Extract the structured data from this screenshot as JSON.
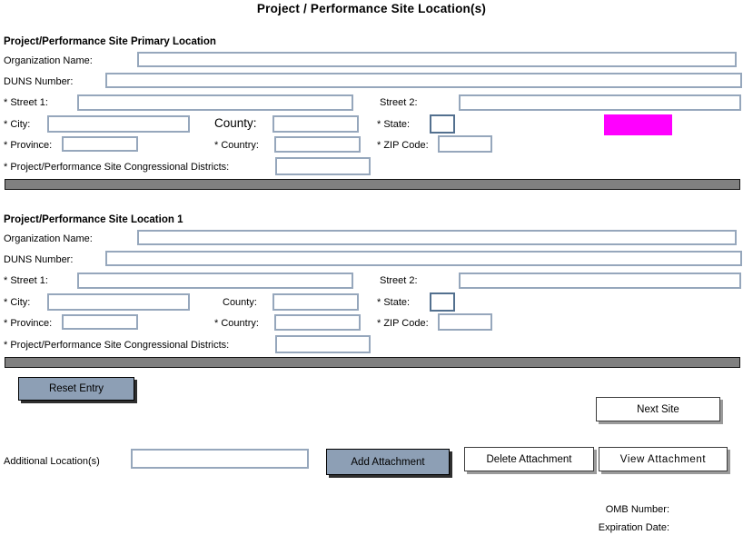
{
  "title": "Project / Performance Site Location(s)",
  "sections": [
    {
      "header": "Project/Performance Site Primary Location"
    },
    {
      "header": "Project/Performance Site Location 1"
    }
  ],
  "field_labels": {
    "organization_name": "Organization Name:",
    "duns_number": "DUNS Number:",
    "street1": "* Street 1:",
    "street2": "Street 2:",
    "city": "* City:",
    "county": "County:",
    "state": "* State:",
    "province": "* Province:",
    "country": "* Country:",
    "zip_code": "* ZIP Code:",
    "congressional_districts": "* Project/Performance Site Congressional Districts:"
  },
  "buttons": {
    "reset_entry": "Reset Entry",
    "next_site": "Next Site",
    "add_attachment": "Add Attachment",
    "delete_attachment": "Delete Attachment",
    "view_attachment": "View Attachment"
  },
  "additional_locations_label": "Additional Location(s)",
  "footer": {
    "omb_number_label": "OMB Number:",
    "expiration_date_label": "Expiration Date:"
  },
  "colors": {
    "field_border": "#96a7bc",
    "state_field_border": "#53708f",
    "highlight": "#ff00ff",
    "divider_fill": "#808080",
    "button_blue": "#8d9fb5"
  }
}
